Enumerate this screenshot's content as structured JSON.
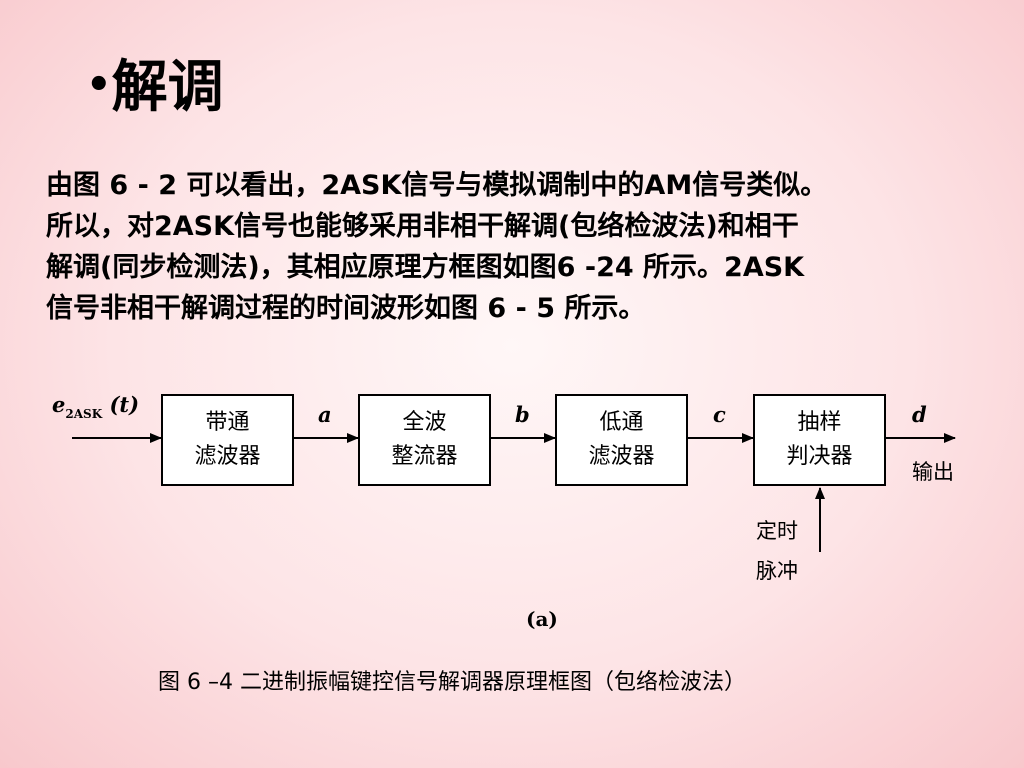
{
  "title": {
    "bullet": "•",
    "text": "解调"
  },
  "paragraph": [
    "由图 6 - 2 可以看出，2ASK信号与模拟调制中的AM信号类似。",
    "所以，对2ASK信号也能够采用非相干解调(包络检波法)和相干",
    "解调(同步检测法)，其相应原理方框图如图6 -24 所示。2ASK",
    "信号非相干解调过程的时间波形如图 6 - 5 所示。"
  ],
  "diagram": {
    "input_label": {
      "e": "e",
      "sub": "2ASK",
      "t": "(t)"
    },
    "blocks": [
      {
        "line1": "带通",
        "line2": "滤波器"
      },
      {
        "line1": "全波",
        "line2": "整流器"
      },
      {
        "line1": "低通",
        "line2": "滤波器"
      },
      {
        "line1": "抽样",
        "line2": "判决器"
      }
    ],
    "signals": [
      "a",
      "b",
      "c",
      "d"
    ],
    "output_label": "输出",
    "timing_label": {
      "line1": "定时",
      "line2": "脉冲"
    },
    "subfigure_label": "(a)"
  },
  "caption": "图 6 –4   二进制振幅键控信号解调器原理框图（包络检波法）"
}
